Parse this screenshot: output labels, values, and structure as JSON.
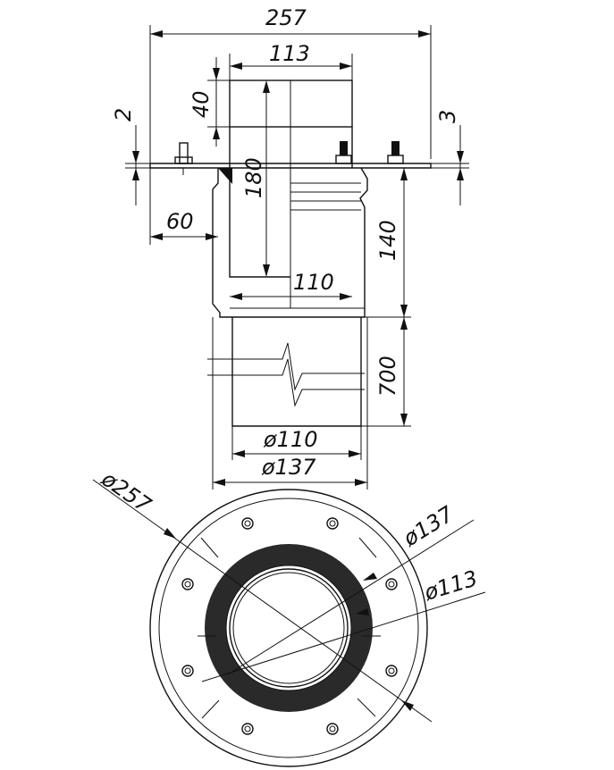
{
  "drawing": {
    "colors": {
      "line": "#111111",
      "background": "#ffffff",
      "ring_fill": "#2a2a2a"
    },
    "side_view": {
      "overall_width": "257",
      "top_pipe_width": "113",
      "top_collar_height": "40",
      "flange_thickness_left": "2",
      "flange_thickness_right": "3",
      "insert_height": "180",
      "flange_offset": "60",
      "body_height": "140",
      "inner_width": "110",
      "pipe_length": "700",
      "pipe_inner_diameter": "ø110",
      "pipe_outer_diameter": "ø137"
    },
    "plan_view": {
      "flange_diameter": "ø257",
      "ring_outer_diameter": "ø137",
      "ring_inner_diameter": "ø113"
    }
  }
}
